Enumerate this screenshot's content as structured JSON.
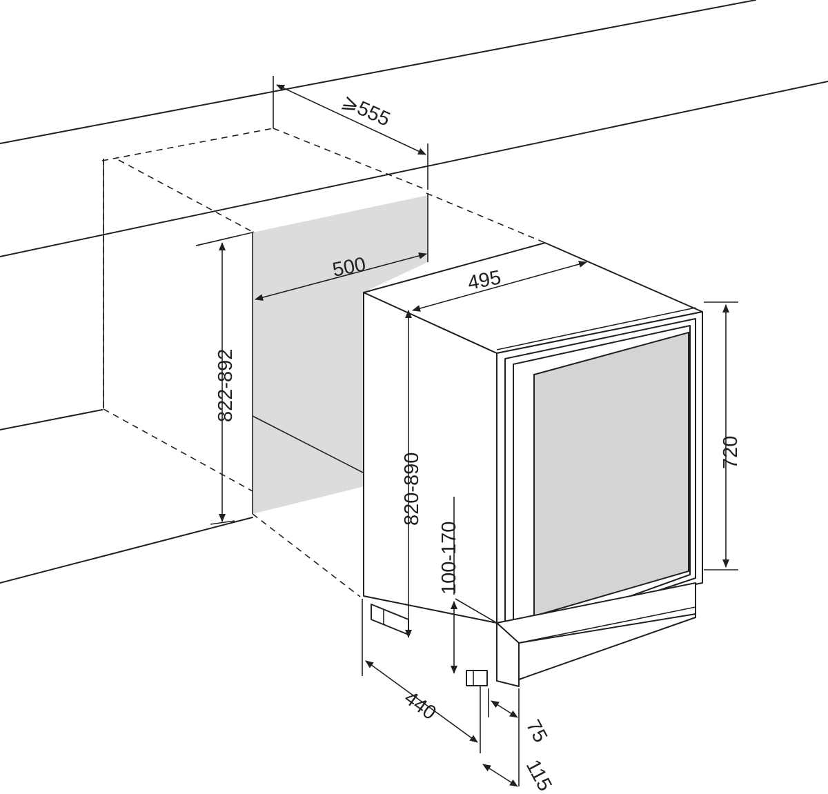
{
  "dimensions": {
    "cabinet_depth": "⩾555",
    "niche_height": "822-892",
    "niche_width": "500",
    "appliance_width": "495",
    "appliance_height": "820-890",
    "door_height": "720",
    "plinth_height": "100-170",
    "appliance_depth": "440",
    "door_thickness": "75",
    "front_offset": "115"
  },
  "colors": {
    "line": "#231f20",
    "niche_fill": "#dcdcdd",
    "glass_fill": "#d4d4d5",
    "background": "#ffffff"
  }
}
